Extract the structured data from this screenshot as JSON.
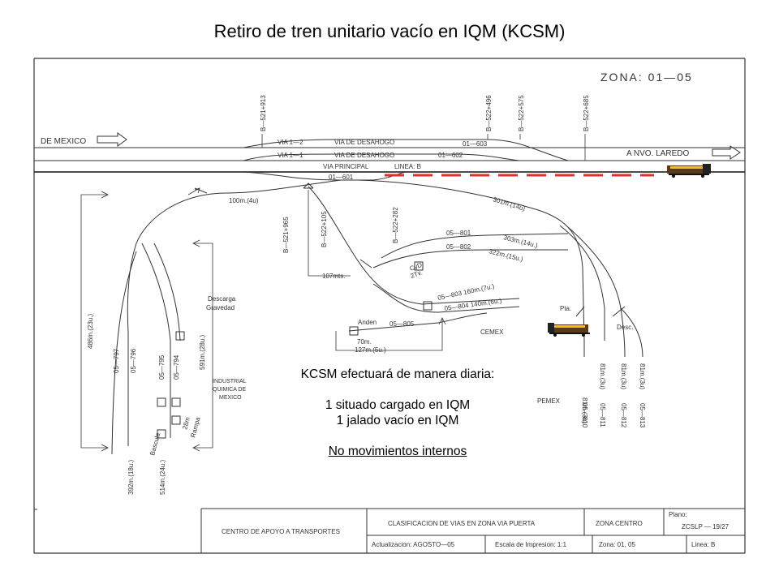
{
  "title": "Retiro de tren unitario vacío en IQM (KCSM)",
  "zona": "ZONA:  01—05",
  "labels": {
    "de_mexico": "DE MEXICO",
    "a_nvo_laredo": "A NVO. LAREDO",
    "via_1_2": "VIA 1—2",
    "via_1_1": "VIA 1—1",
    "via_principal": "VIA PRINCIPAL",
    "linea_b": "LINEA:  B",
    "via_desahogo_1": "VIA DE DESAHOGO",
    "via_desahogo_2": "VIA DE DESAHOGO",
    "t_01_603": "01—603",
    "t_01_602": "01—602",
    "t_01_601": "01—601",
    "km_521_913": "B—521+913",
    "km_522_496": "B—522+496",
    "km_522_575": "B—522+575",
    "km_522_685": "B—522+685",
    "km_521_965": "B—521+965",
    "km_522_105": "B—522+105",
    "km_522_282": "B—522+282",
    "m100": "100m.(4u)",
    "m301": "301m.(14u)",
    "t_05_801": "05—801",
    "t_05_802": "05—802",
    "m303": "303m.(14u.)",
    "m322": "322m.(15u.)",
    "cyd": "CyD",
    "tv2": "2Tv.",
    "m107": "107mts.",
    "t_05_803": "05—803 160m.(7u.)",
    "t_05_804": "05—804 140m.(6u.)",
    "anden": "Anden",
    "t_05_805": "05—805",
    "m70": "70m.",
    "m127": "127m.(5u.)",
    "cemex": "CEMEX",
    "pemex": "PEMEX",
    "pta": "Pta.",
    "desc": "Desc.",
    "descarga": "Descarga",
    "gravedad": "Gravedad",
    "industrial_1": "INDUSTRIAL",
    "industrial_2": "QUIMICA DE",
    "industrial_3": "MEXICO",
    "m486": "486m.(23u.)",
    "t_05_797": "05—797",
    "t_05_796": "05—796",
    "t_05_795": "05—795",
    "t_05_794": "05—794",
    "m591": "591m.(28u.)",
    "bascula": "Bascula",
    "m28": "28m",
    "rampa": "Rampa",
    "m392": "392m.(18u.)",
    "m514": "514m.(24u.)",
    "m81_a": "81m.(3u)",
    "m81_b": "81m.(3u)",
    "m81_c": "81m.(3u)",
    "m81_d": "81m.(3u)",
    "t_05_810": "05—810",
    "t_05_811": "05—811",
    "t_05_812": "05—812",
    "t_05_813": "05—813"
  },
  "title_block": {
    "centro": "CENTRO DE APOYO A TRANSPORTES",
    "clasificacion": "CLASIFICACION DE VIAS EN ZONA VIA PUERTA",
    "zona_centro": "ZONA CENTRO",
    "plano_label": "Plano:",
    "plano_value": "ZCSLP  —  19/27",
    "actualizacion": "Actualizacion:   AGOSTO—05",
    "escala": "Escala de Impresion:     1:1",
    "zona": "Zona:    01, 05",
    "linea": "Linea:    B"
  },
  "note": {
    "line1": "KCSM efectuará de manera diaria:",
    "line2": "1 situado cargado en IQM",
    "line3": "1 jalado vacío en IQM",
    "line4": "No movimientos internos"
  },
  "colors": {
    "route_dash": "#e0302a",
    "drawing": "#333333",
    "loco_body": "#5a3a1a",
    "loco_stripe": "#f0c020"
  }
}
